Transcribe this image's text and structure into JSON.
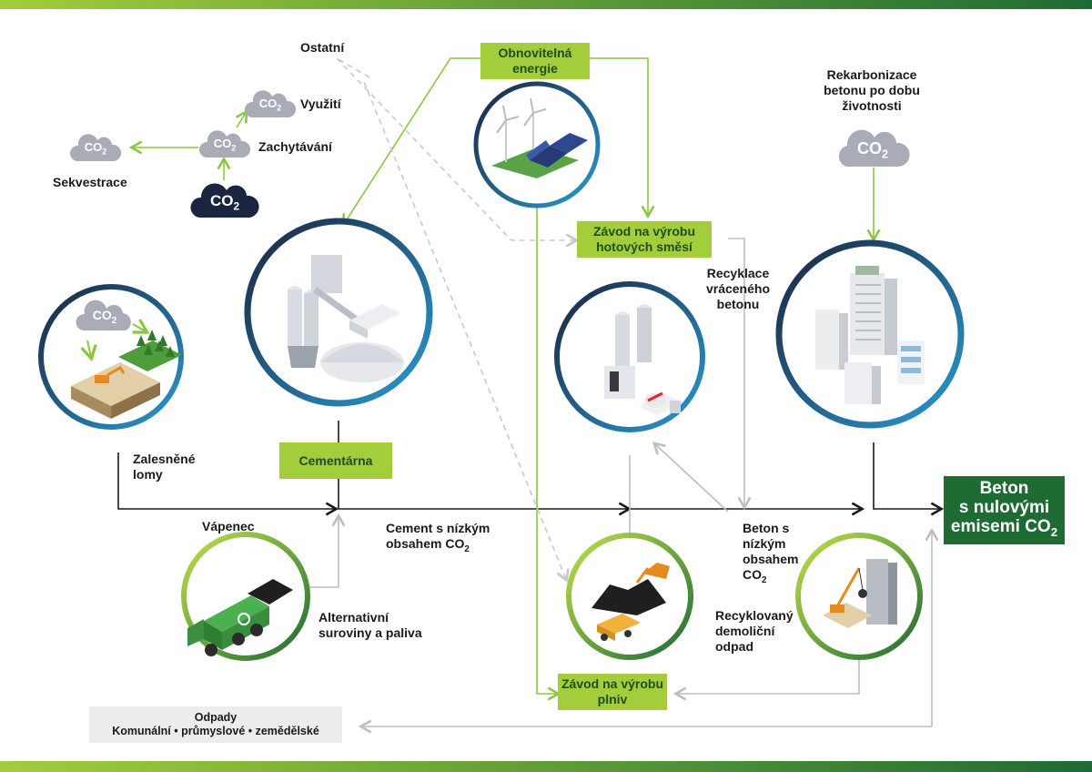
{
  "colors": {
    "light_green": "#a3cd3b",
    "dark_green": "#1e6b34",
    "navy": "#1b2540",
    "blue": "#2a8fc4",
    "grey_cloud": "#a9acb7",
    "grey_line": "#bdbdbd"
  },
  "co2_clouds": {
    "main": {
      "co": "CO",
      "sub": "2"
    },
    "zachytavani": {
      "co": "CO",
      "sub": "2"
    },
    "vyuziti": {
      "co": "CO",
      "sub": "2"
    },
    "sekvestrace": {
      "co": "CO",
      "sub": "2"
    },
    "quarry": {
      "co": "CO",
      "sub": "2"
    },
    "rekarbonizace": {
      "co": "CO",
      "sub": "2"
    }
  },
  "labels": {
    "ostatni": "Ostatní",
    "vyuziti": "Využití",
    "zachytavani": "Zachytávání",
    "sekvestrace": "Sekvestrace",
    "rekarbonizace": "Rekarbonizace betonu po dobu životnosti",
    "recyklace": "Recyklace vráceného betonu",
    "zalesnene": "Zalesněné lomy",
    "vapenec": "Vápenec",
    "cement_nizky": "Cement s nízkým obsahem",
    "cement_sub": "2",
    "beton_nizky": "Beton s nízkým obsahem",
    "beton_sub": "2",
    "alternativni": "Alternativní suroviny a paliva",
    "recyklovany": "Recyklovaný demoliční odpad"
  },
  "boxes": {
    "obnovitelna": "Obnovitelná energie",
    "zavod_smesi": "Závod na výrobu hotových směsí",
    "cementarna": "Cementárna",
    "zavod_plniv": "Závod na výrobu plniv"
  },
  "final": {
    "line1": "Beton",
    "line2": "s nulovými",
    "line3": "emisemi CO",
    "sub": "2"
  },
  "waste": {
    "title": "Odpady",
    "items": "Komunální • průmyslové • zemědělské"
  },
  "icons": [
    "quarry-icon",
    "cement-plant-icon",
    "wind-solar-icon",
    "concrete-plant-icon",
    "city-buildings-icon",
    "recycling-truck-icon",
    "aggregate-plant-icon",
    "demolition-icon"
  ]
}
